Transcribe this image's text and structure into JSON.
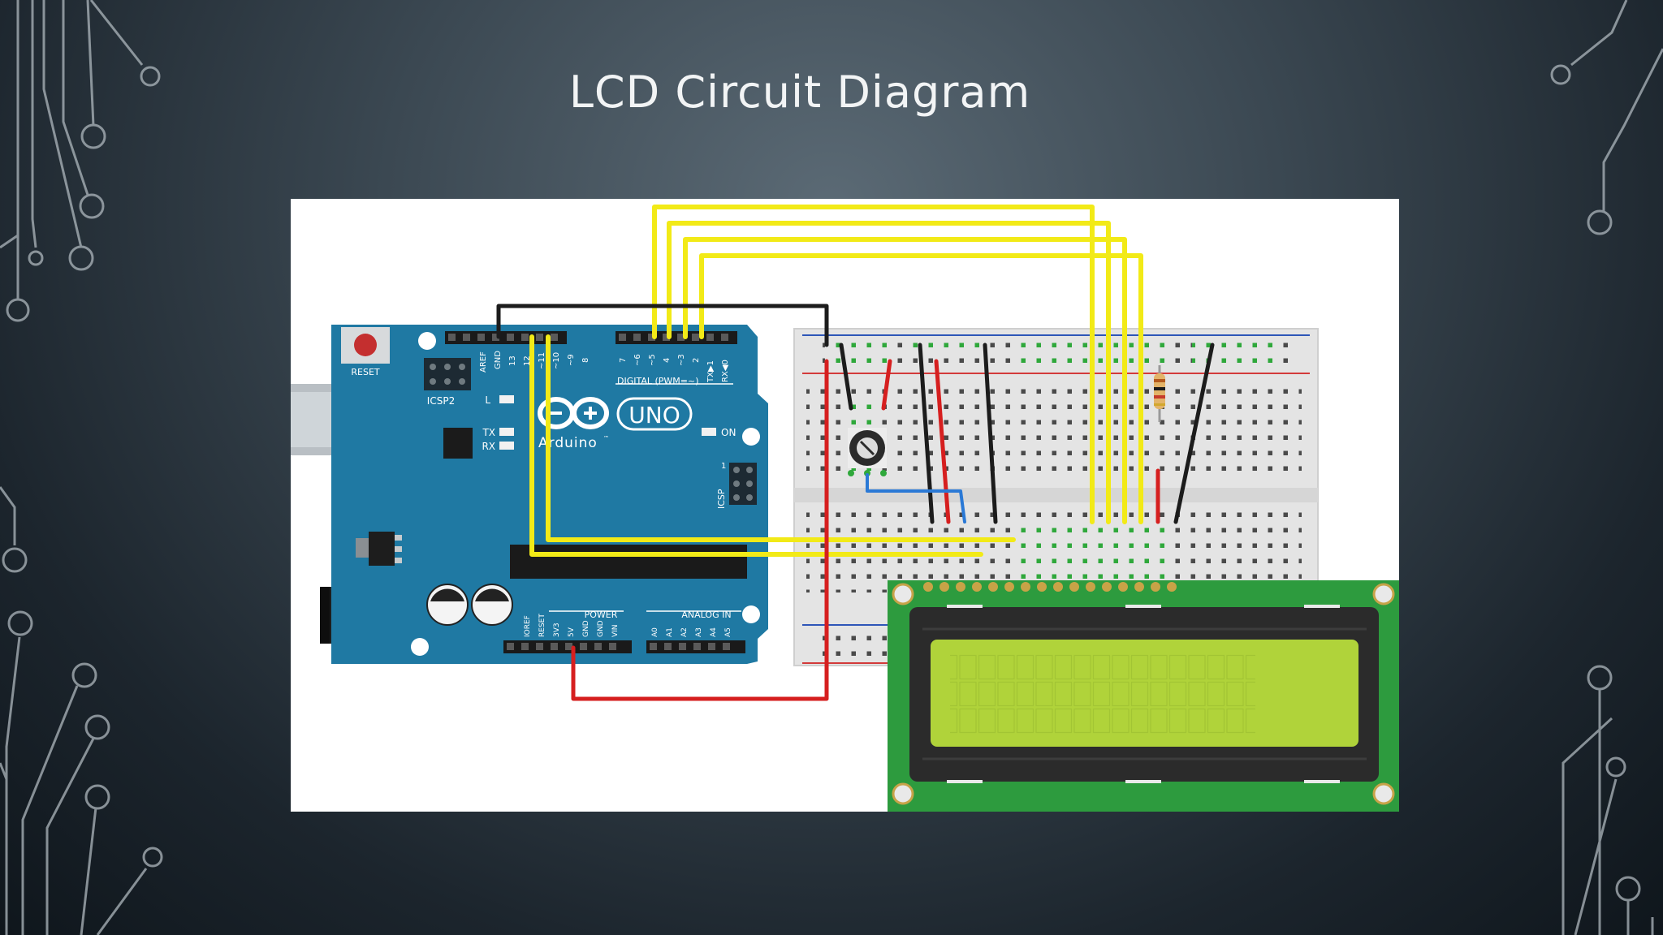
{
  "slide": {
    "title": "LCD Circuit Diagram"
  },
  "board": {
    "reset_label": "RESET",
    "icsp2_label": "ICSP2",
    "icsp_label": "ICSP",
    "icsp_pin_label": "1",
    "aref_label": "AREF",
    "gnd_label": "GND",
    "pin13_label": "13",
    "digital_pin_labels": [
      "12",
      "~11",
      "~10",
      "~9",
      "8",
      "7",
      "~6",
      "~5",
      "4",
      "~3",
      "2",
      "TX▶1",
      "RX◀0"
    ],
    "digital_label": "DIGITAL (PWM=~)",
    "led_l_label": "L",
    "led_tx_label": "TX",
    "led_rx_label": "RX",
    "on_label": "ON",
    "brand_label": "Arduino",
    "tm_label": "™",
    "model_label": "UNO",
    "power_label": "POWER",
    "power_pin_labels": [
      "IOREF",
      "RESET",
      "3V3",
      "5V",
      "GND",
      "GND",
      "VIN"
    ],
    "analog_label": "ANALOG IN",
    "analog_pin_labels": [
      "A0",
      "A1",
      "A2",
      "A3",
      "A4",
      "A5"
    ]
  },
  "colors": {
    "board": "#1f79a3",
    "lcd_pcb": "#2d9b3e",
    "lcd_screen": "#b0d33a",
    "wire_yellow": "#f2ea17",
    "wire_red": "#d61f1f",
    "wire_black": "#1c1c1c",
    "wire_blue": "#2a79d6"
  }
}
